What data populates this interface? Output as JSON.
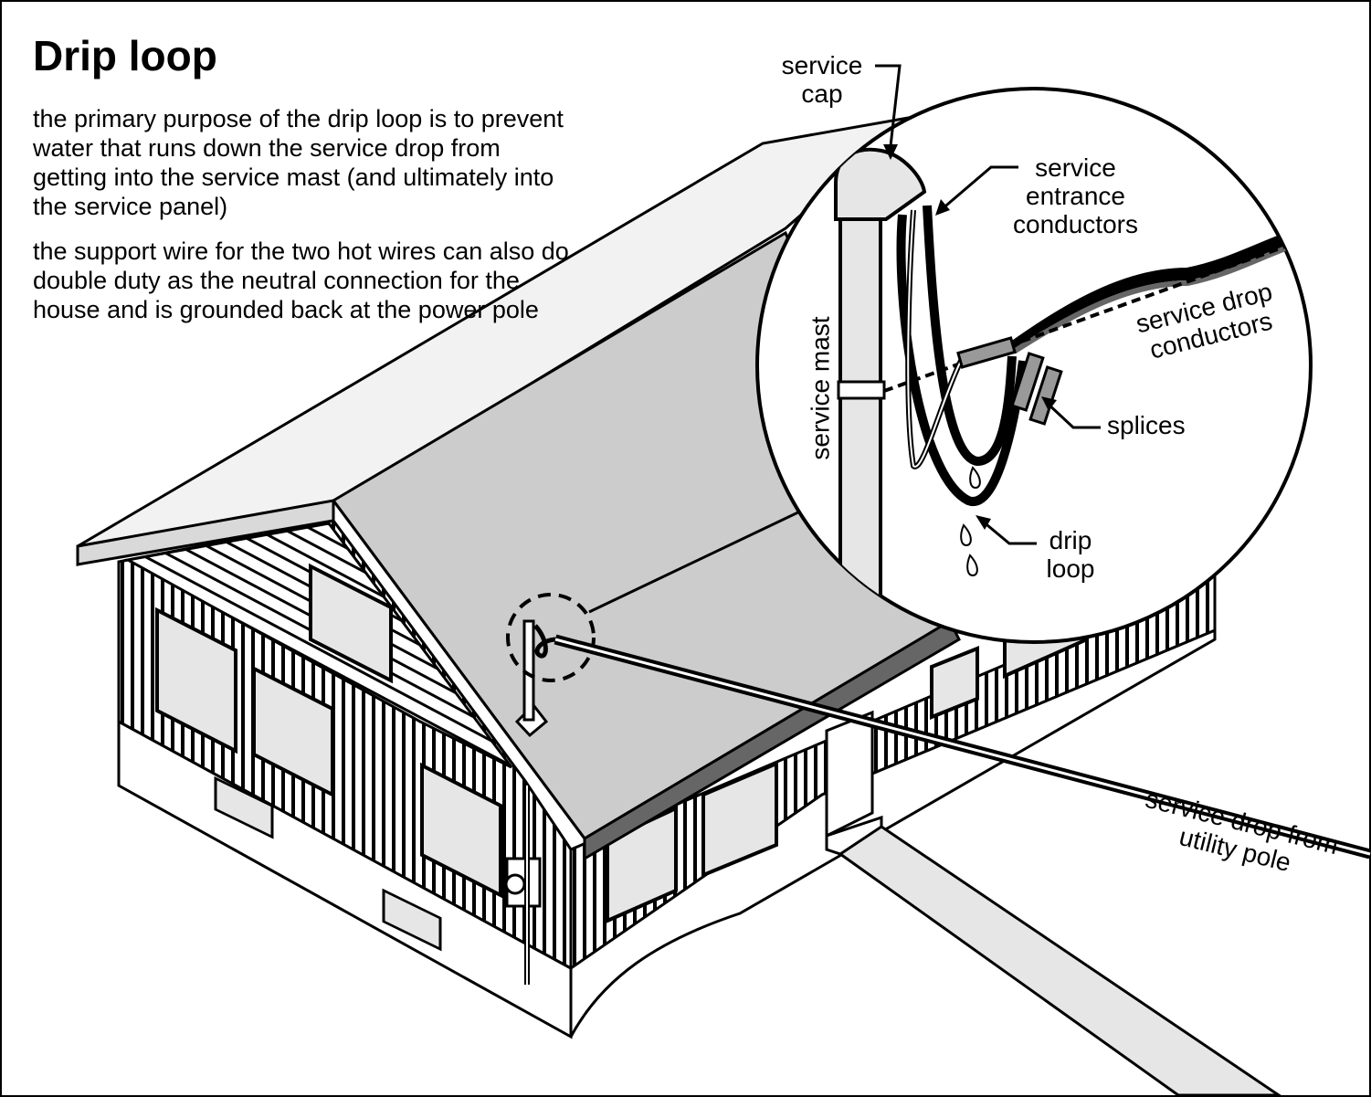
{
  "title": "Drip loop",
  "paragraphs": [
    "the primary purpose of the drip loop is to prevent water that runs down the service drop from getting into the service mast (and ultimately into the service panel)",
    "the support wire for the two hot wires can also do double duty as the neutral connection for the house and is grounded back at the power pole"
  ],
  "labels": {
    "service_cap": "service cap",
    "service_entrance_conductors": "service entrance conductors",
    "service_mast": "service mast",
    "service_drop_conductors": "service drop conductors",
    "splices": "splices",
    "drip_loop": "drip loop",
    "service_drop_from_pole": "service drop from utility pole"
  },
  "colors": {
    "line": "#000000",
    "roof": "#cccccc",
    "light": "#f2f2f2",
    "dark": "#666666",
    "background": "#ffffff"
  }
}
